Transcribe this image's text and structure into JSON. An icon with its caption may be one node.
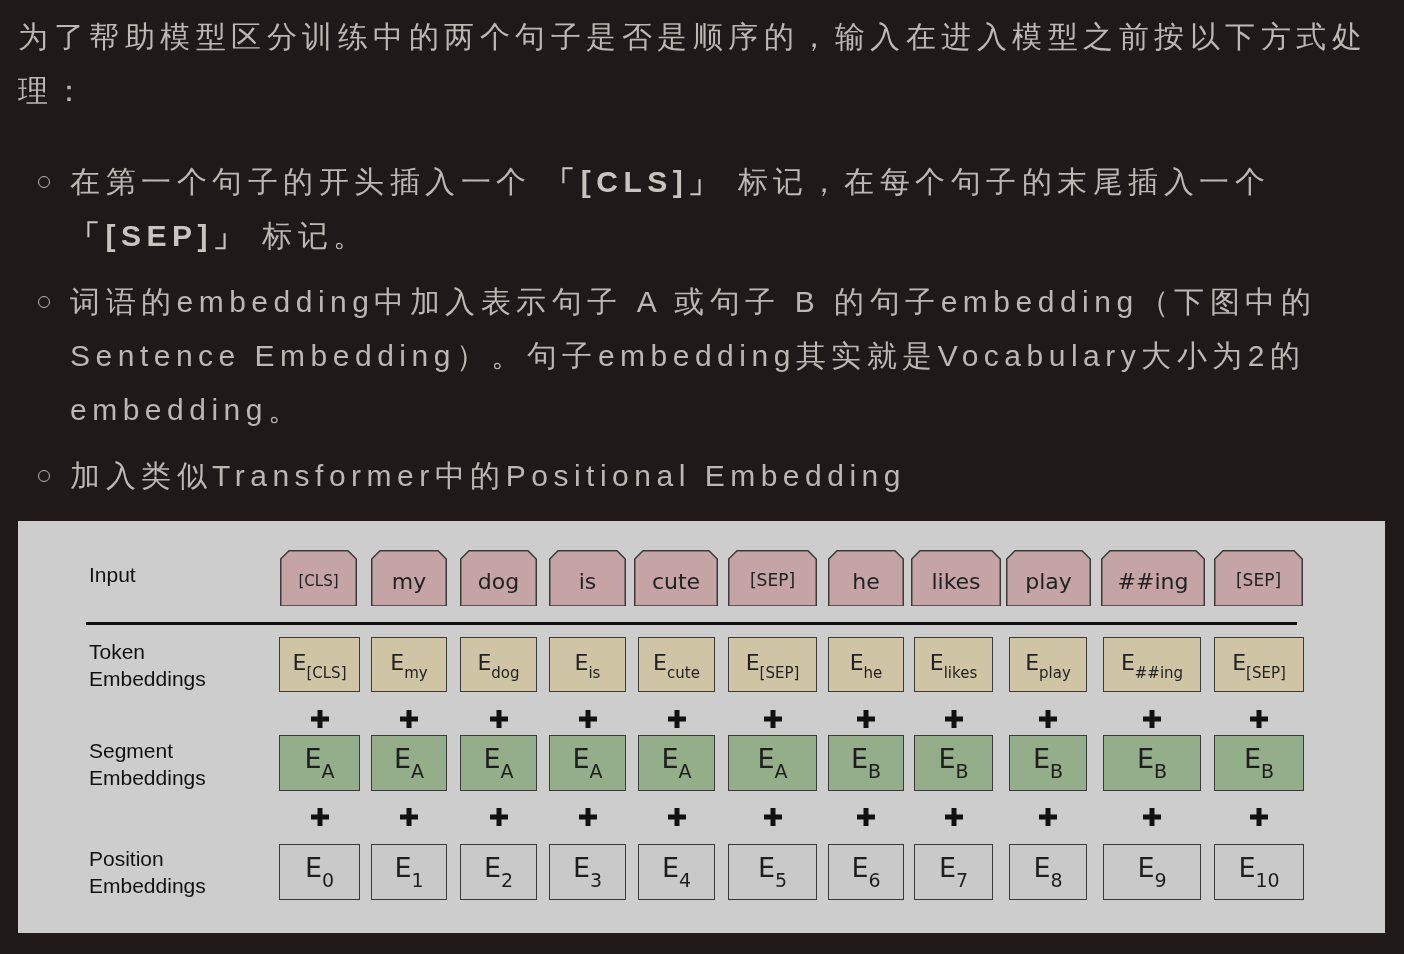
{
  "diagram": {
    "nodes": [
      {
        "text": [
          "[CLS]"
        ]
      },
      {
        "text": [
          "my"
        ]
      },
      {
        "text": [
          "dog"
        ]
      },
      {
        "text": [
          "is"
        ]
      },
      {
        "text": [
          "cute"
        ]
      },
      {
        "text": [
          "[SEP]"
        ]
      },
      {
        "text": [
          "he"
        ]
      },
      {
        "text": [
          "likes"
        ]
      },
      {
        "text": [
          "play"
        ]
      },
      {
        "text": [
          "##ing"
        ]
      },
      {
        "text": [
          "[SEP]"
        ]
      },
      {
        "text": [
          "E$_{[CLS]}$"
        ]
      },
      {
        "text": [
          "E$_{my}$"
        ]
      },
      {
        "text": [
          "E$_{dog}$"
        ]
      },
      {
        "text": [
          "E$_{is}$"
        ]
      },
      {
        "text": [
          "E$_{cute}$"
        ]
      },
      {
        "text": [
          "E$_{[SEP]}$"
        ]
      },
      {
        "text": [
          "E$_{he}$"
        ]
      },
      {
        "text": [
          "E$_{likes}$"
        ]
      },
      {
        "text": [
          "E$_{play}$"
        ]
      },
      {
        "text": [
          "E$_{##ing}$"
        ]
      },
      {
        "text": [
          "E$_{[SEP]}$"
        ]
      },
      {
        "text": [
          "E$_{A}$"
        ]
      },
      {
        "text": [
          "E$_{A}$"
        ]
      },
      {
        "text": [
          "E$_{A}$"
        ]
      },
      {
        "text": [
          "E$_{A}$"
        ]
      },
      {
        "text": [
          "E$_{A}$"
        ]
      },
      {
        "text": [
          "E$_{A}$"
        ]
      },
      {
        "text": [
          "E$_{B}$"
        ]
      },
      {
        "text": [
          "E$_{B}$"
        ]
      },
      {
        "text": [
          "E$_{B}$"
        ]
      },
      {
        "text": [
          "E$_{B}$"
        ]
      },
      {
        "text": [
          "E$_{B}$"
        ]
      },
      {
        "text": [
          "E$_{0}$"
        ]
      },
      {
        "text": [
          "E$_{1}$"
        ]
      },
      {
        "text": [
          "E$_{2}$"
        ]
      },
      {
        "text": [
          "E$_{3}$"
        ]
      },
      {
        "text": [
          "E$_{4}$"
        ]
      },
      {
        "text": [
          "E$_{5}$"
        ]
      },
      {
        "text": [
          "E$_{6}$"
        ]
      },
      {
        "text": [
          "E$_{7}$"
        ]
      },
      {
        "text": [
          "E$_{8}$"
        ]
      },
      {
        "text": [
          "E$_{9}$"
        ]
      },
      {
        "text": [
          "E$_{10}$"
        ]
      }
    ],
    "labels": [
      "为了帮助模型区分训练中的两个句子是否是顺序的，输入在进入模型之前按以下方式处理：",
      "在第一个句子的开头插入一个 **「[CLS]」** 标记，在每个句子的末尾插入一个**「[SEP]」** 标记。",
      "词语的embedding中加入表示句子 A 或句子 B 的句子embedding（下图中的Sentence Embedding）。句子embedding其实就是Vocabulary大小为2的embedding。",
      "加入类似Transformer中的Positional Embedding",
      "Input",
      "Token Embeddings",
      "Segment Embeddings",
      "Position Embeddings"
    ]
  }
}
